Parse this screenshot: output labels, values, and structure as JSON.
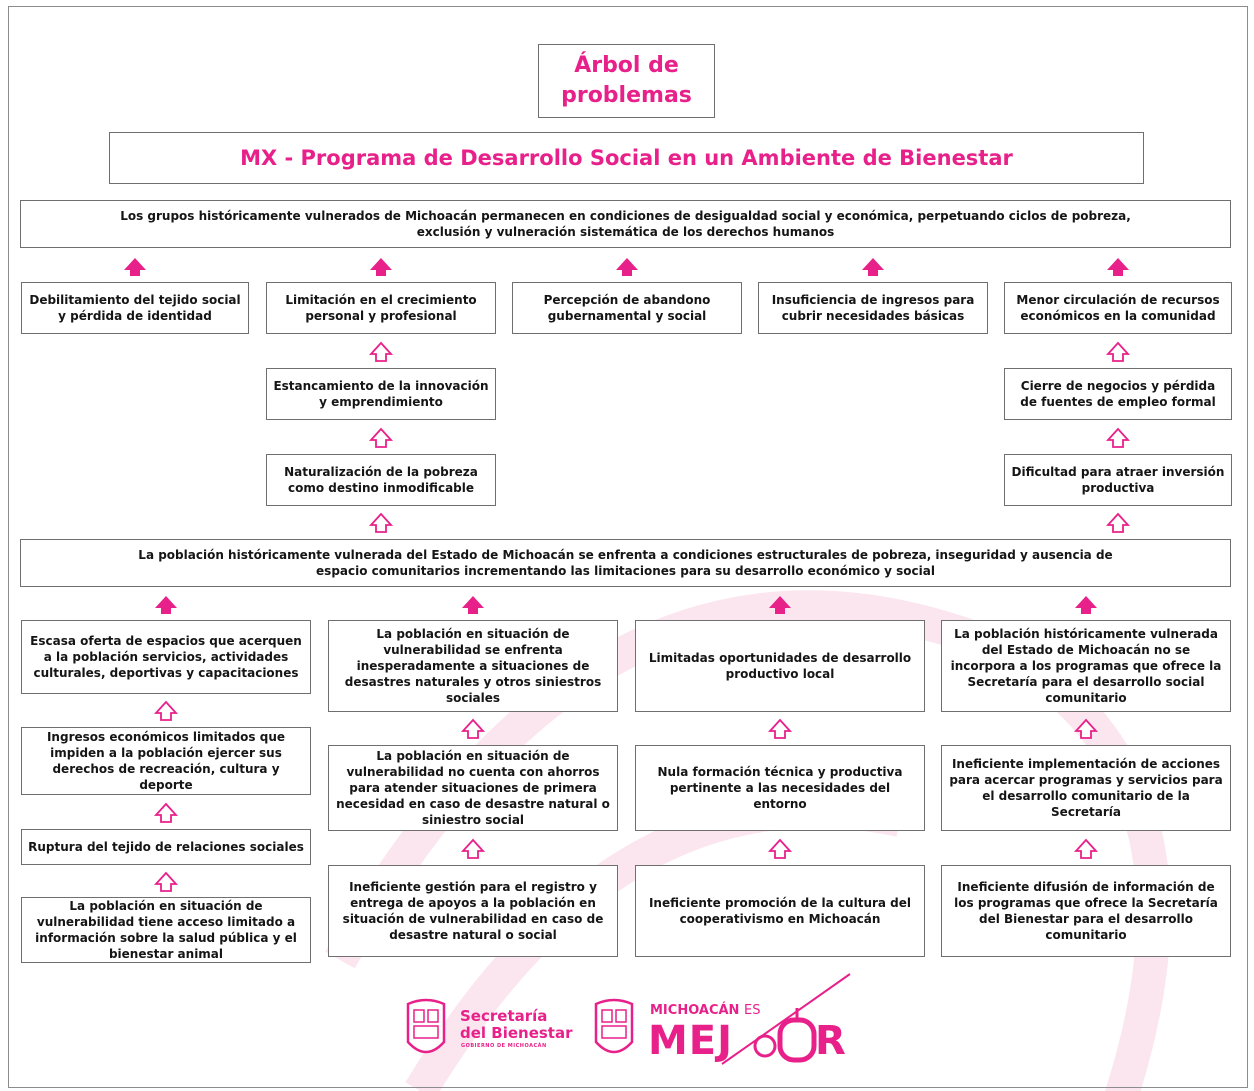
{
  "title": "Árbol de\nproblemas",
  "program": "MX - Programa de Desarrollo Social en un Ambiente de Bienestar",
  "effect": "Los grupos históricamente vulnerados de Michoacán permanecen en condiciones de desigualdad social y económica, perpetuando ciclos de pobreza, exclusión y vulneración sistemática de los derechos humanos",
  "effects": [
    "Debilitamiento del tejido social y pérdida de identidad",
    "Limitación en el crecimiento personal y profesional",
    "Percepción de abandono gubernamental y social",
    "Insuficiencia de ingresos para cubrir necesidades básicas",
    "Menor circulación de recursos económicos en la comunidad"
  ],
  "effects_left": [
    "Estancamiento de la innovación y emprendimiento",
    "Naturalización de la pobreza como destino inmodificable"
  ],
  "effects_right": [
    "Cierre de negocios y pérdida de fuentes de empleo formal",
    "Dificultad para atraer inversión productiva"
  ],
  "central_problem": "La población históricamente vulnerada del Estado de Michoacán se enfrenta a condiciones estructurales de pobreza, inseguridad y ausencia de espacio comunitarios incrementando las limitaciones para su desarrollo económico y social",
  "causes": {
    "col1": [
      "Escasa oferta de espacios que acerquen a la población servicios, actividades culturales, deportivas y capacitaciones",
      "Ingresos económicos limitados que impiden a la población ejercer sus derechos de recreación, cultura y deporte",
      "Ruptura del tejido de relaciones sociales",
      "La población en situación de vulnerabilidad tiene acceso limitado a información sobre la salud pública y el bienestar animal"
    ],
    "col2": [
      "La población en situación de vulnerabilidad se enfrenta inesperadamente a situaciones de desastres naturales y otros siniestros sociales",
      "La población en situación de vulnerabilidad no cuenta con ahorros para atender situaciones de primera necesidad en caso de desastre natural o siniestro social",
      "Ineficiente gestión para el registro y entrega de apoyos a la población en situación de vulnerabilidad en caso de desastre natural o social"
    ],
    "col3": [
      "Limitadas oportunidades de desarrollo productivo local",
      "Nula formación técnica y productiva pertinente a las necesidades del entorno",
      "Ineficiente promoción de la cultura del cooperativismo en Michoacán"
    ],
    "col4": [
      "La población históricamente vulnerada del Estado de Michoacán no se incorpora a los programas que ofrece la Secretaría para el desarrollo social comunitario",
      "Ineficiente implementación de acciones para acercar programas y servicios para el desarrollo comunitario de la Secretaría",
      "Ineficiente difusión de información de los programas que ofrece la Secretaría del Bienestar para el desarrollo comunitario"
    ]
  },
  "logos": {
    "secretaria_line1": "Secretaría",
    "secretaria_line2": "del Bienestar",
    "secretaria_small": "GOBIERNO DE MICHOACÁN",
    "michoacan_top_bold": "MICHOACÁN",
    "michoacan_top_light": "ES",
    "michoacan_mej": "MEJ",
    "michoacan_r": "R"
  },
  "colors": {
    "accent": "#e8218a",
    "border": "#6f6f6f"
  }
}
